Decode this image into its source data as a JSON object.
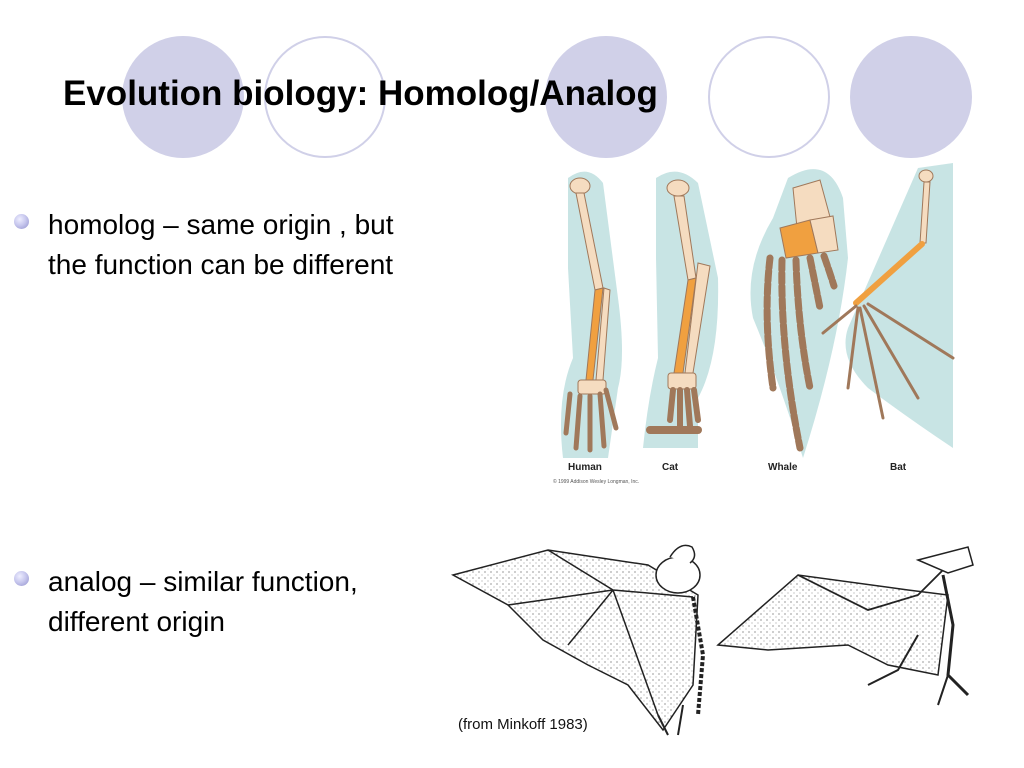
{
  "slide": {
    "title": "Evolution biology: Homolog/Analog",
    "bullets": [
      "homolog – same origin , but the function can be different",
      "analog – similar function, different origin"
    ]
  },
  "homolog_figure": {
    "labels": [
      "Human",
      "Cat",
      "Whale",
      "Bat"
    ],
    "copyright": "© 1999 Addison Wesley Longman, Inc."
  },
  "analog_figure": {
    "caption": "(from Minkoff 1983)"
  },
  "colors": {
    "accent_circle": "#d0d0e8",
    "bone_orange": "#f0a040",
    "bone_light": "#f5dcc0",
    "bone_brown": "#a0785a",
    "silhouette": "#c8e4e4"
  }
}
